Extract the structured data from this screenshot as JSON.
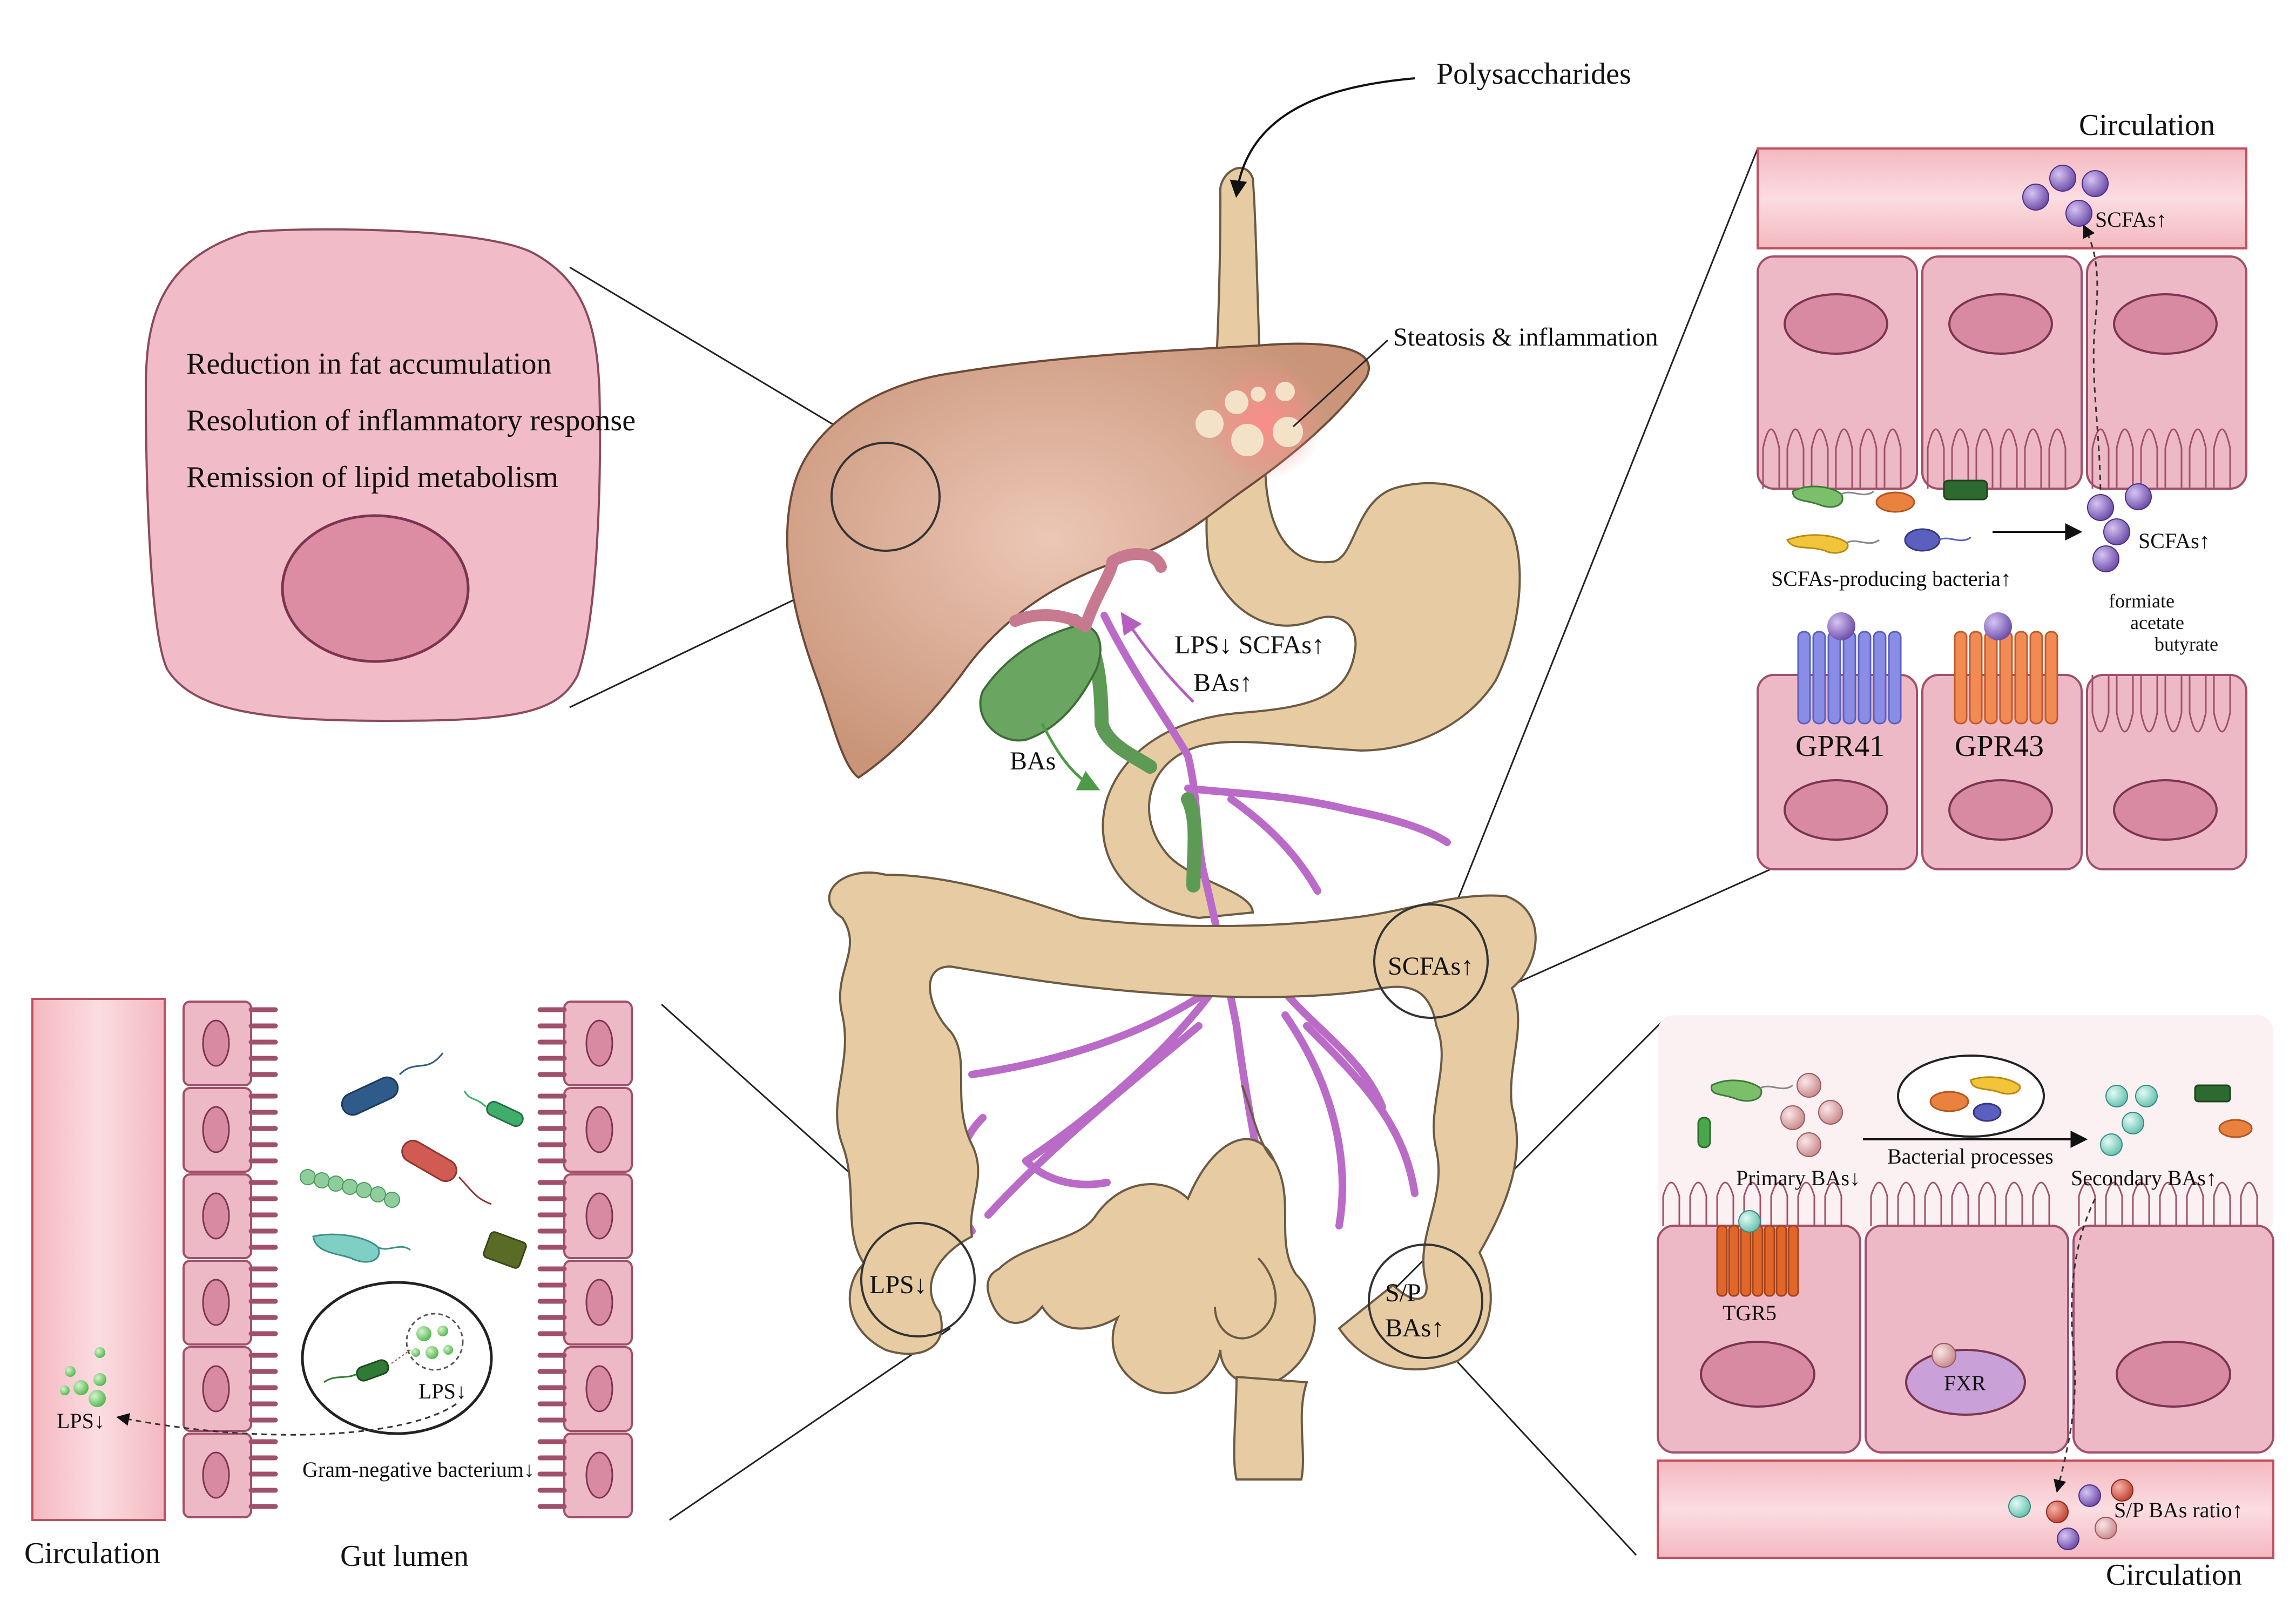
{
  "colors": {
    "gut": "#e6cba3",
    "gut_stroke": "#6b5a44",
    "liver": "#d2a089",
    "vessel": "#b96bc7",
    "gallbladder": "#6aa562",
    "cell_fill": "#eeb9c6",
    "cell_stroke": "#a0506a",
    "nucleus": "#d98aa3",
    "circulation": "#f7c9cf"
  },
  "labels": {
    "polysaccharides": "Polysaccharides",
    "steatosis": "Steatosis & inflammation",
    "lps_scfas": "LPS↓ SCFAs↑",
    "bas_up": "BAs↑",
    "bas": "BAs",
    "scfas_circle": "SCFAs↑",
    "lps_circle": "LPS↓",
    "sp_line1": "S/P",
    "sp_line2": "BAs↑"
  },
  "hepatocyte": {
    "lines": [
      "Reduction in fat accumulation",
      "Resolution of inflammatory response",
      "Remission of lipid metabolism"
    ]
  },
  "scfa_panel": {
    "circulation": "Circulation",
    "scfas_top": "SCFAs↑",
    "scfas_mid": "SCFAs↑",
    "bacteria": "SCFAs-producing bacteria↑",
    "acids": [
      "formiate",
      "acetate",
      "butyrate"
    ],
    "gpr41": "GPR41",
    "gpr43": "GPR43"
  },
  "ba_panel": {
    "primary": "Primary BAs↓",
    "bacterial": "Bacterial processes",
    "secondary": "Secondary BAs↑",
    "tgr5": "TGR5",
    "fxr": "FXR",
    "ratio": "S/P BAs ratio↑",
    "circulation": "Circulation"
  },
  "lps_panel": {
    "lps": "LPS↓",
    "lps_inner": "LPS↓",
    "gram": "Gram-negative bacterium↓",
    "circulation": "Circulation",
    "lumen": "Gut lumen"
  }
}
